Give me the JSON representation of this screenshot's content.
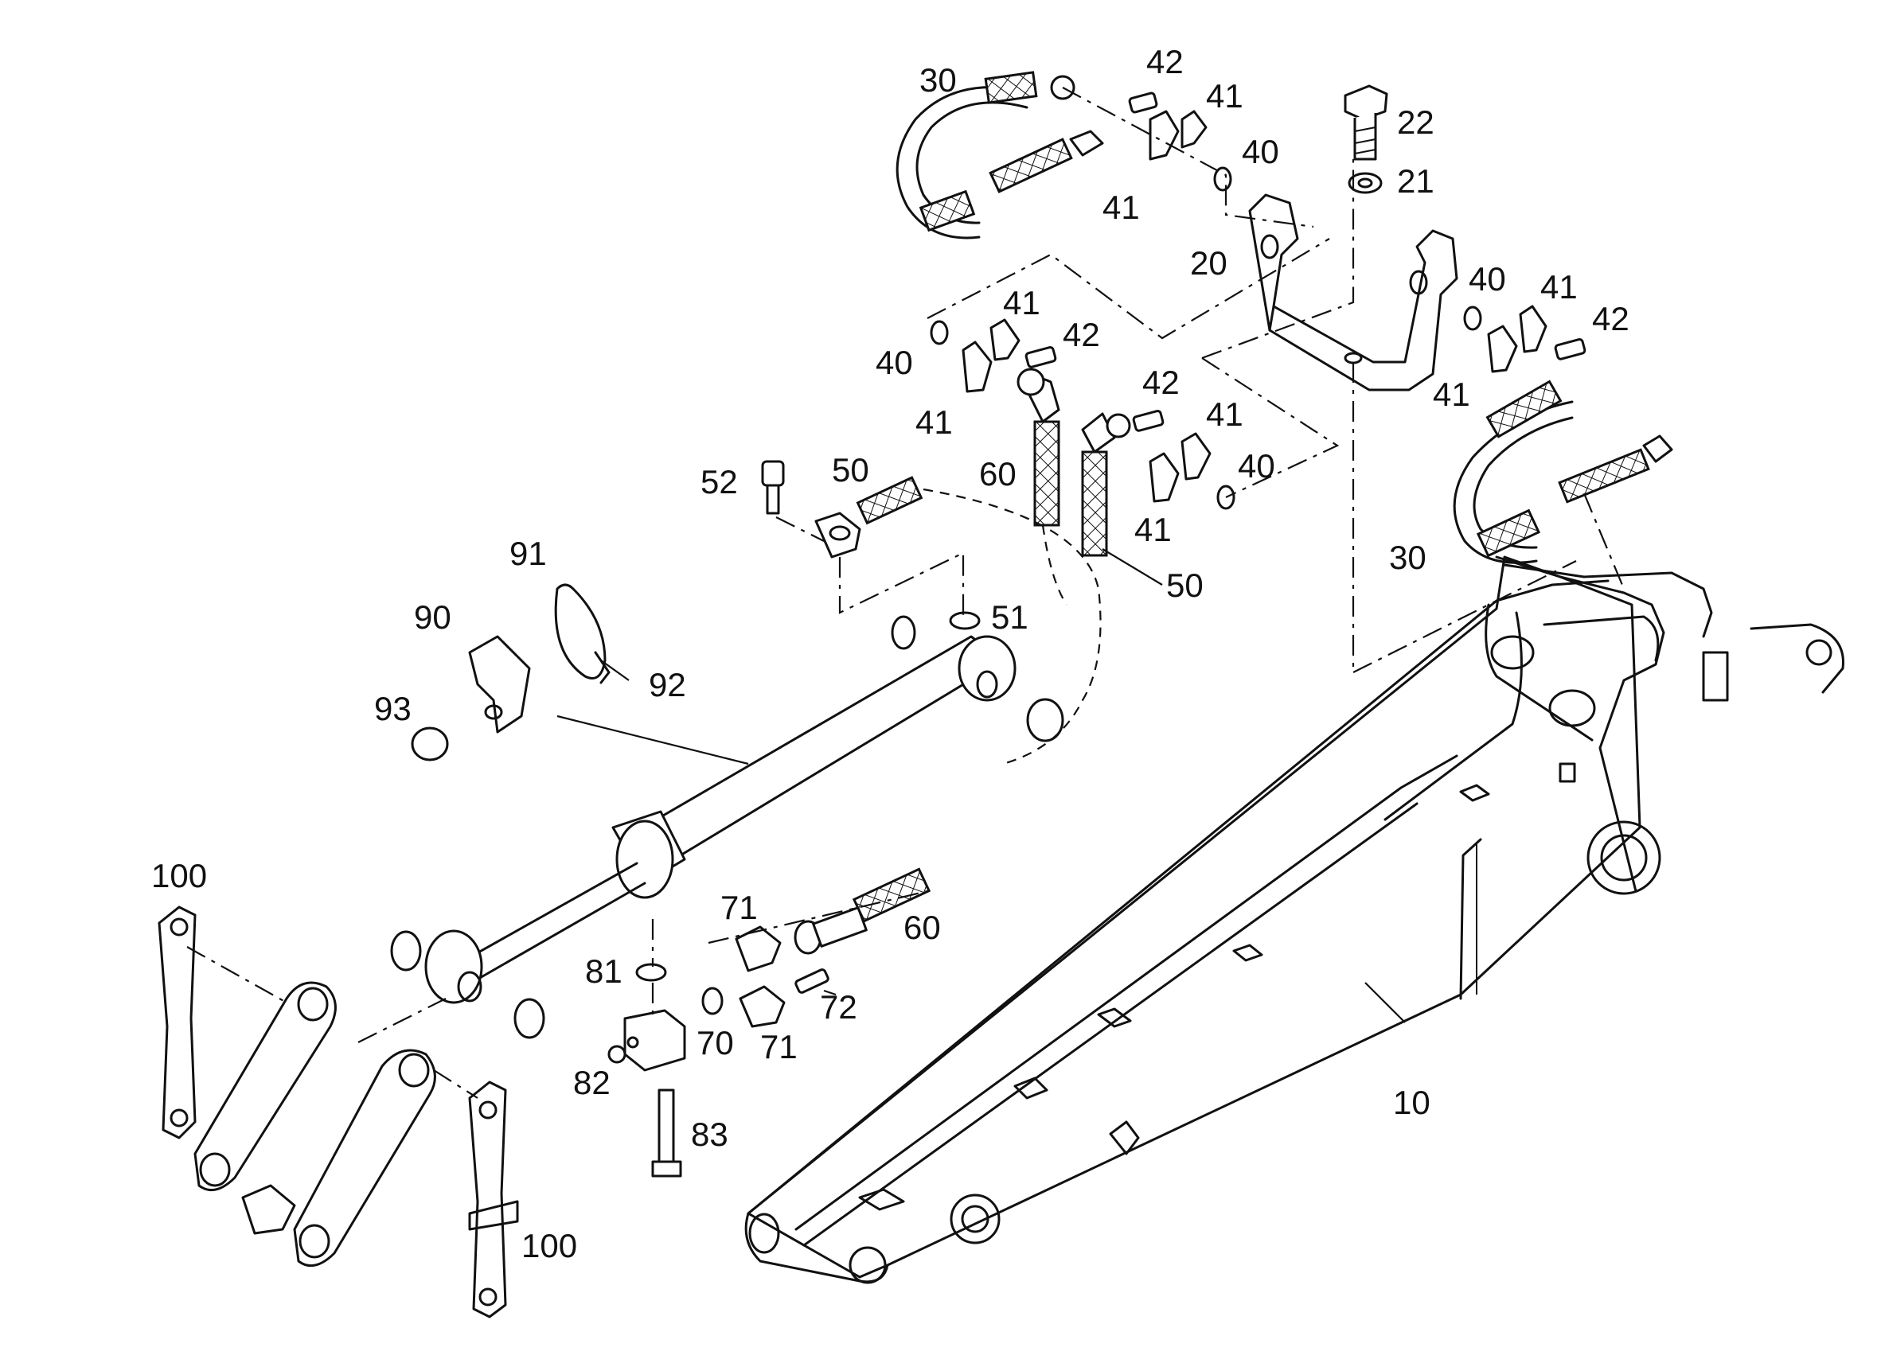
{
  "title": "",
  "callouts": {
    "c10": "10",
    "c20": "20",
    "c21": "21",
    "c22": "22",
    "c30a": "30",
    "c30b": "30",
    "c40a": "40",
    "c40b": "40",
    "c40c": "40",
    "c40d": "40",
    "c41a": "41",
    "c41b": "41",
    "c41c": "41",
    "c41d": "41",
    "c41e": "41",
    "c41f": "41",
    "c41g": "41",
    "c41h": "41",
    "c42a": "42",
    "c42b": "42",
    "c42c": "42",
    "c42d": "42",
    "c50a": "50",
    "c50b": "50",
    "c51": "51",
    "c52": "52",
    "c60a": "60",
    "c60b": "60",
    "c70": "70",
    "c71a": "71",
    "c71b": "71",
    "c72": "72",
    "c81": "81",
    "c82": "82",
    "c83": "83",
    "c90": "90",
    "c91": "91",
    "c92": "92",
    "c93": "93",
    "c100a": "100",
    "c100b": "100"
  }
}
